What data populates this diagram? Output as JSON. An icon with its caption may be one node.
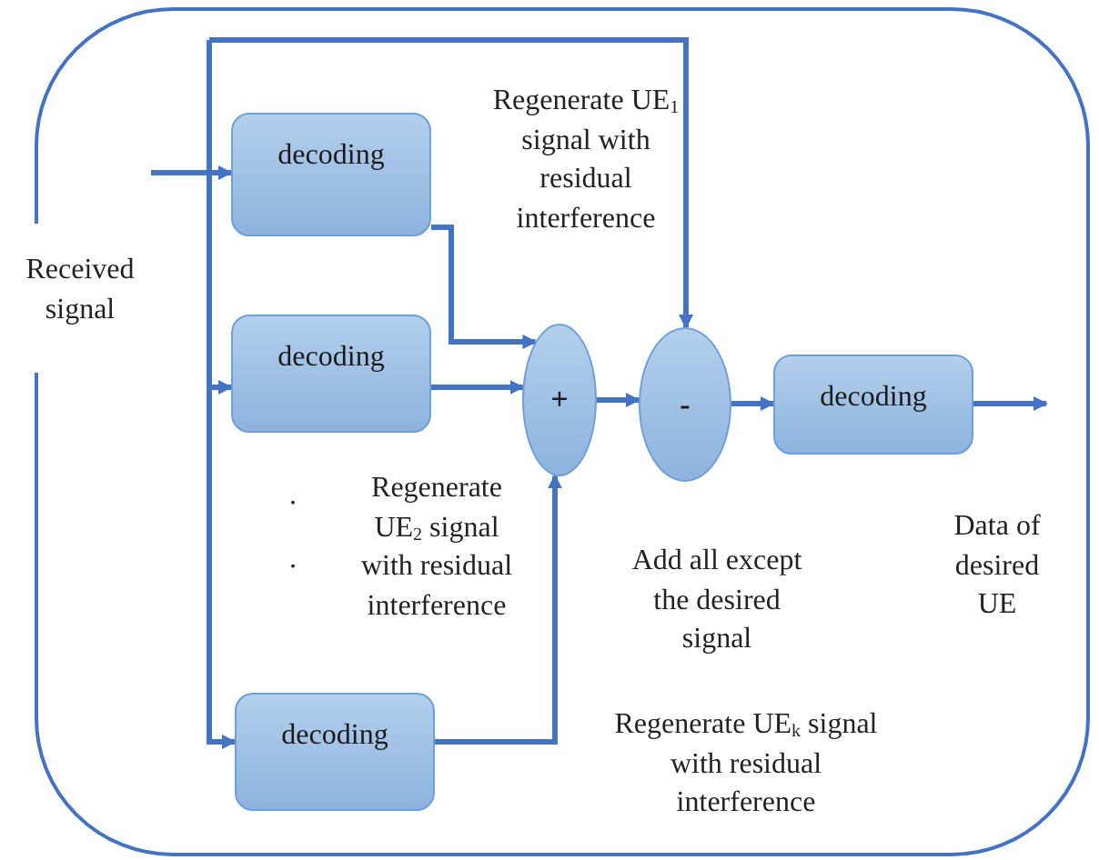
{
  "diagram": {
    "nodes": [
      {
        "text": [
          "Received signal"
        ]
      },
      {
        "text": [
          "decoding"
        ],
        "in": 0
      },
      {
        "text": [
          "decoding"
        ],
        "in": 0
      },
      {
        "text": [
          "decoding"
        ],
        "in": 0
      },
      {
        "text": [
          "+"
        ],
        "in": 0
      },
      {
        "text": [
          "-"
        ],
        "in": 0
      },
      {
        "text": [
          "decoding"
        ],
        "in": 0
      }
    ],
    "edges": [
      {
        "from": null,
        "to": 1,
        "arrow": "to"
      },
      {
        "from": null,
        "to": 2,
        "arrow": "to"
      },
      {
        "from": null,
        "to": 3,
        "arrow": "to"
      },
      {
        "from": null,
        "to": 5,
        "arrow": "to"
      },
      {
        "from": 1,
        "to": 4,
        "arrow": "to"
      },
      {
        "from": 2,
        "to": 4,
        "arrow": "to"
      },
      {
        "from": 3,
        "to": 4,
        "arrow": "to"
      },
      {
        "from": 4,
        "to": 5,
        "arrow": "to"
      },
      {
        "from": 5,
        "to": 6,
        "arrow": "to"
      },
      {
        "from": 6,
        "to": null,
        "arrow": "to"
      }
    ],
    "labels": [
      "Regenerate UE$_{1}$ signal with residual interference",
      ".",
      ".",
      "Regenerate UE$_{2}$ signal with residual interference",
      "Add all except the desired signal",
      "Data of desired UE",
      "Regenerate UE$_{k}$ signal with residual interference"
    ]
  }
}
